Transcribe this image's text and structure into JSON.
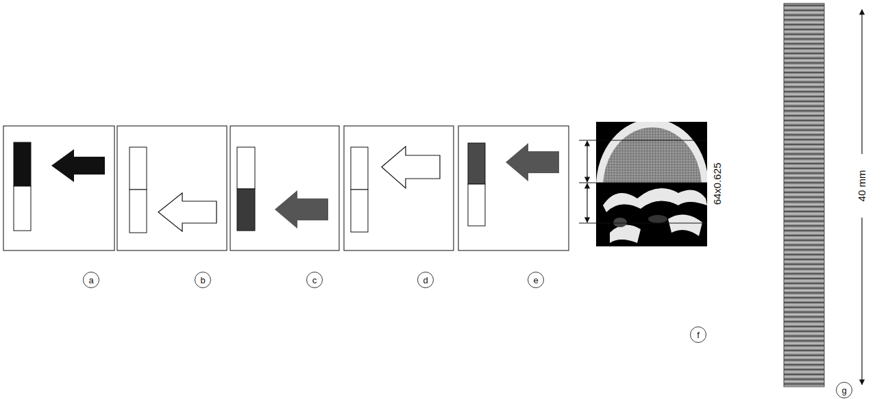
{
  "diagram": {
    "nodes": [
      {
        "text": [
          "a"
        ]
      },
      {
        "text": [
          "b"
        ]
      },
      {
        "text": [
          "c"
        ]
      },
      {
        "text": [
          "d"
        ]
      },
      {
        "text": [
          "e"
        ]
      },
      {
        "text": [
          "f"
        ]
      },
      {
        "text": [
          "g"
        ]
      }
    ],
    "labels": [
      "64x0.625",
      "40 mm"
    ]
  }
}
